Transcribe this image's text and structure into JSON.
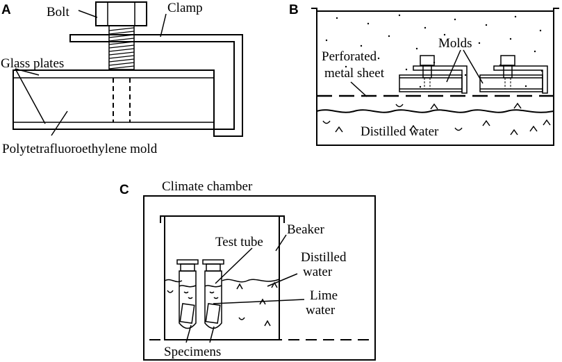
{
  "panels": {
    "a": {
      "letter": "A",
      "labels": {
        "bolt": "Bolt",
        "clamp": "Clamp",
        "glass_plates": "Glass plates",
        "mold": "Polytetrafluoroethylene mold"
      }
    },
    "b": {
      "letter": "B",
      "labels": {
        "perforated_1": "Perforated",
        "perforated_2": "metal sheet",
        "molds": "Molds",
        "distilled_water": "Distilled water"
      }
    },
    "c": {
      "letter": "C",
      "labels": {
        "chamber": "Climate chamber",
        "beaker": "Beaker",
        "test_tube": "Test tube",
        "distilled_1": "Distilled",
        "distilled_2": "water",
        "lime_1": "Lime",
        "lime_2": "water",
        "specimens": "Specimens"
      }
    }
  }
}
